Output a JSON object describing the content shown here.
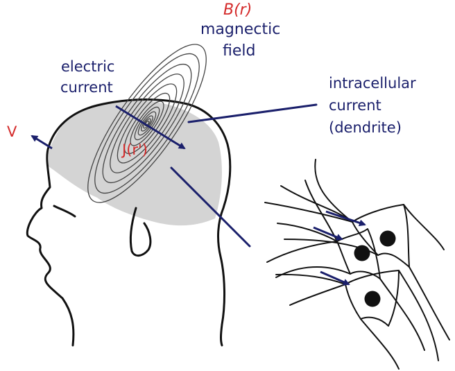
{
  "labels": {
    "b_field_symbol": "B(r)",
    "magnetic_field_line1": "magnectic",
    "magnetic_field_line2": "field",
    "electric_current_line1": "electric",
    "electric_current_line2": "current",
    "intracellular_line1": "intracellular",
    "intracellular_line2": "current",
    "intracellular_line3": "(dendrite)",
    "potential_symbol": "V",
    "current_density_symbol": "J(r')"
  },
  "colors": {
    "annotation": "#1a1f6b",
    "symbol": "#d42a2a",
    "head_fill": "#d4d4d4",
    "outline": "#111111",
    "field_lines": "#444444",
    "cell_body": "#111111"
  },
  "icons": {
    "head": "head-profile-outline",
    "field": "concentric-ellipses",
    "neurons": "pyramidal-neurons"
  }
}
